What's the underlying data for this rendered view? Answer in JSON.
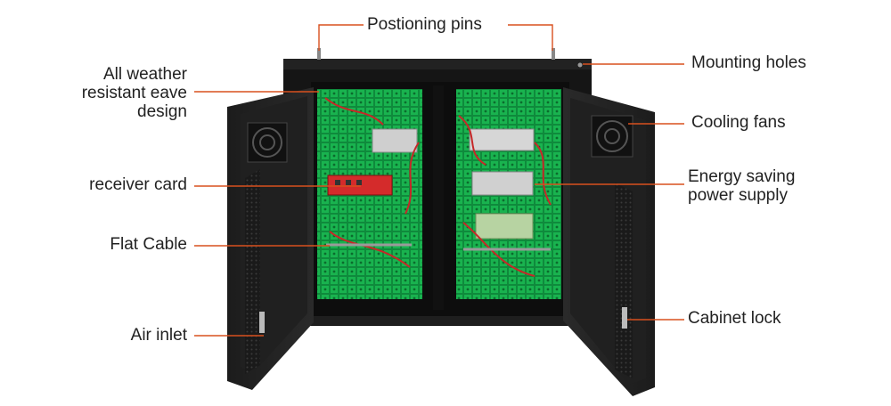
{
  "labels": {
    "positioning_pins": "Postioning pins",
    "mounting_holes": "Mounting holes",
    "eave_design": "All weather\nresistant eave\ndesign",
    "cooling_fans": "Cooling fans",
    "receiver_card": "receiver card",
    "energy_saving_power_supply": "Energy saving\npower supply",
    "flat_cable": "Flat Cable",
    "cabinet_lock": "Cabinet lock",
    "air_inlet": "Air inlet"
  },
  "colors": {
    "leader_line": "#d8501e",
    "cabinet": "#1b1b1b",
    "module_green": "#14a54a",
    "wire_red": "#c62828",
    "label_text": "#222222"
  }
}
